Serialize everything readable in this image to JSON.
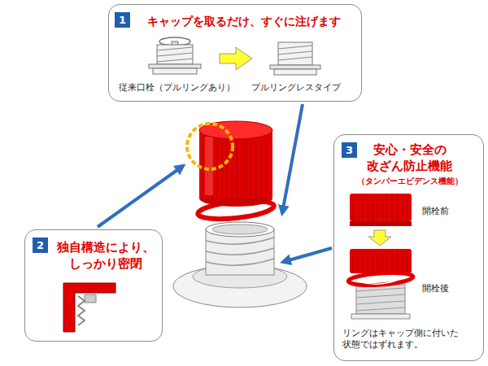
{
  "diagram": {
    "nodes": [
      {
        "text": [
          "キャップを取るだけ、すぐに注げます",
          "従来口栓（プルリングあり）",
          "プルリングレスタイプ"
        ]
      },
      {
        "text": [
          "独自構造により、 しっかり密閉"
        ]
      },
      {
        "text": [
          "安心・安全の 改ざん防止機能",
          "（タンパーエビデンス機能）",
          "開栓前",
          "開栓後",
          "リングはキャップ側に付いた 状態ではずれます。"
        ]
      }
    ],
    "labels": [
      "1",
      "2",
      "3"
    ]
  }
}
